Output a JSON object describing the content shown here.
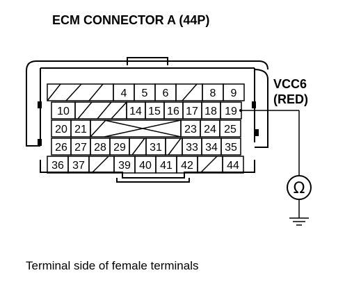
{
  "title": "ECM CONNECTOR A (44P)",
  "signal": {
    "name": "VCC6",
    "color": "(RED)"
  },
  "caption": "Terminal side of female terminals",
  "meter_symbol": "Ω",
  "pins": {
    "row1": [
      "4",
      "5",
      "6",
      "8",
      "9"
    ],
    "row2": [
      "10",
      "14",
      "15",
      "16",
      "17",
      "18",
      "19"
    ],
    "row3": [
      "20",
      "21",
      "23",
      "24",
      "25"
    ],
    "row4": [
      "26",
      "27",
      "28",
      "29",
      "31",
      "33",
      "34",
      "35"
    ],
    "row5": [
      "36",
      "37",
      "39",
      "40",
      "41",
      "42",
      "44"
    ]
  },
  "probed_terminal": "19"
}
